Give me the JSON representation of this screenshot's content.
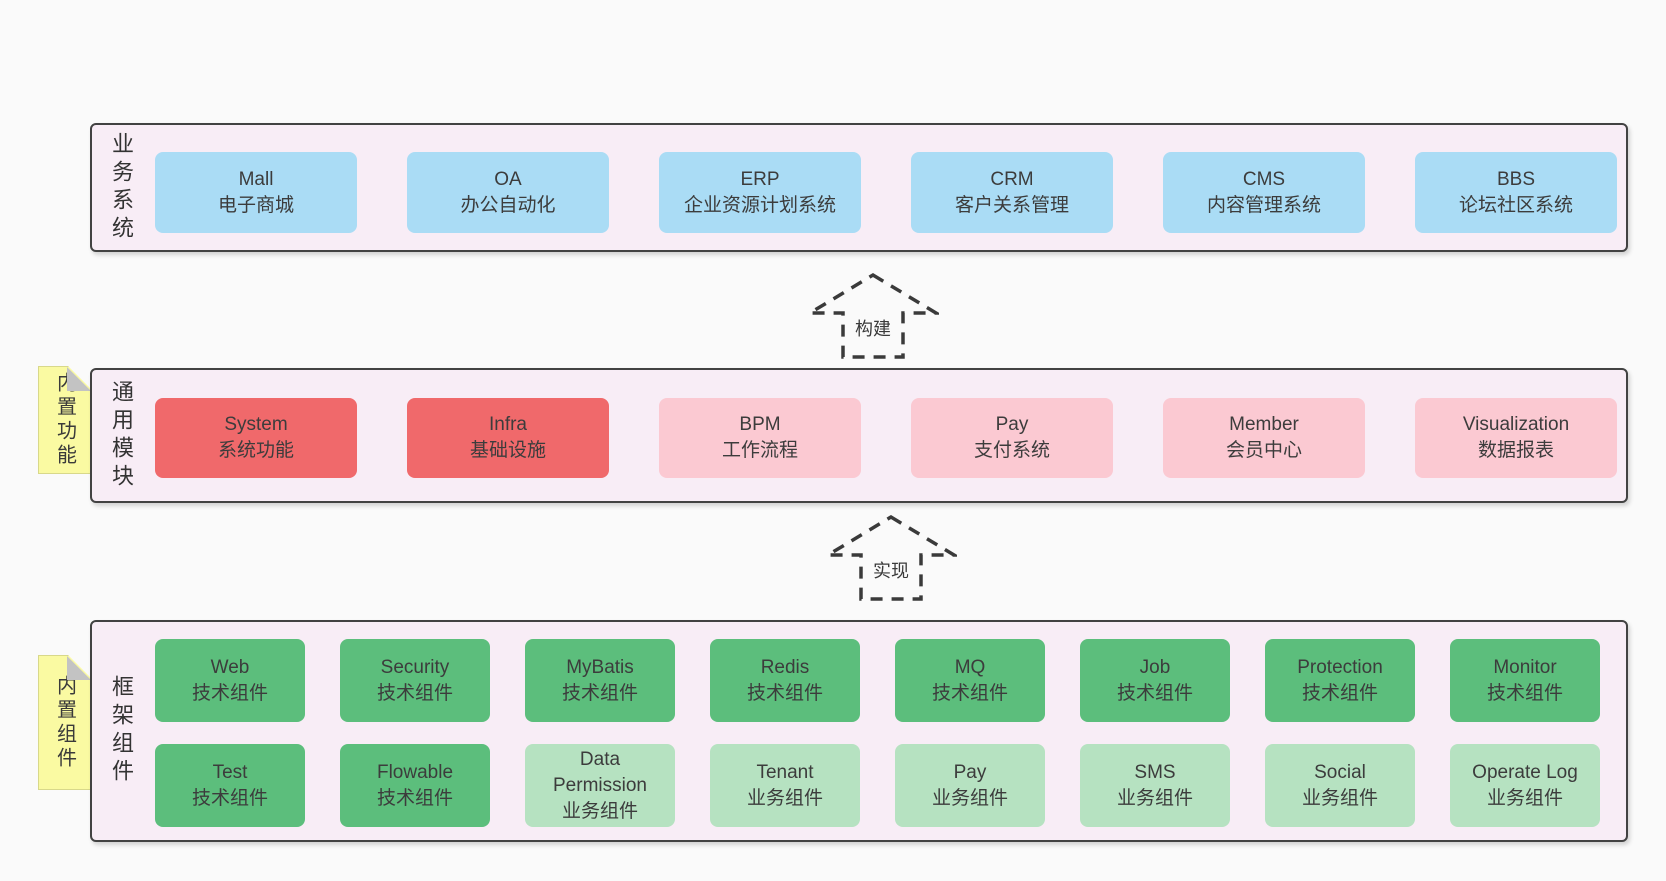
{
  "colors": {
    "page_bg": "#fafafa",
    "layer_bg": "#f8edf6",
    "layer_border": "#424242",
    "blue_box": "#aadcf5",
    "red_box": "#f0696b",
    "pink_box": "#fbc9d2",
    "green_dark_box": "#5cbe7c",
    "green_light_box": "#b6e2c1",
    "yellow_tag": "#fafaa2",
    "fold_gray": "#c3c3c3",
    "text": "#3a3a3a"
  },
  "layers": {
    "business": {
      "label": "业务系统",
      "boxes": [
        {
          "title": "Mall",
          "subtitle": "电子商城"
        },
        {
          "title": "OA",
          "subtitle": "办公自动化"
        },
        {
          "title": "ERP",
          "subtitle": "企业资源计划系统"
        },
        {
          "title": "CRM",
          "subtitle": "客户关系管理"
        },
        {
          "title": "CMS",
          "subtitle": "内容管理系统"
        },
        {
          "title": "BBS",
          "subtitle": "论坛社区系统"
        }
      ]
    },
    "common": {
      "label": "通用模块",
      "tag": "内置功能",
      "boxes": [
        {
          "title": "System",
          "subtitle": "系统功能"
        },
        {
          "title": "Infra",
          "subtitle": "基础设施"
        },
        {
          "title": "BPM",
          "subtitle": "工作流程"
        },
        {
          "title": "Pay",
          "subtitle": "支付系统"
        },
        {
          "title": "Member",
          "subtitle": "会员中心"
        },
        {
          "title": "Visualization",
          "subtitle": "数据报表"
        }
      ]
    },
    "framework": {
      "label": "框架组件",
      "tag": "内置组件",
      "row1": [
        {
          "title": "Web",
          "subtitle": "技术组件"
        },
        {
          "title": "Security",
          "subtitle": "技术组件"
        },
        {
          "title": "MyBatis",
          "subtitle": "技术组件"
        },
        {
          "title": "Redis",
          "subtitle": "技术组件"
        },
        {
          "title": "MQ",
          "subtitle": "技术组件"
        },
        {
          "title": "Job",
          "subtitle": "技术组件"
        },
        {
          "title": "Protection",
          "subtitle": "技术组件"
        },
        {
          "title": "Monitor",
          "subtitle": "技术组件"
        }
      ],
      "row2": [
        {
          "title": "Test",
          "subtitle": "技术组件"
        },
        {
          "title": "Flowable",
          "subtitle": "技术组件"
        },
        {
          "title": "Data Permission",
          "subtitle": "业务组件"
        },
        {
          "title": "Tenant",
          "subtitle": "业务组件"
        },
        {
          "title": "Pay",
          "subtitle": "业务组件"
        },
        {
          "title": "SMS",
          "subtitle": "业务组件"
        },
        {
          "title": "Social",
          "subtitle": "业务组件"
        },
        {
          "title": "Operate Log",
          "subtitle": "业务组件"
        }
      ]
    }
  },
  "arrows": {
    "build": {
      "label": "构建"
    },
    "implement": {
      "label": "实现"
    }
  }
}
